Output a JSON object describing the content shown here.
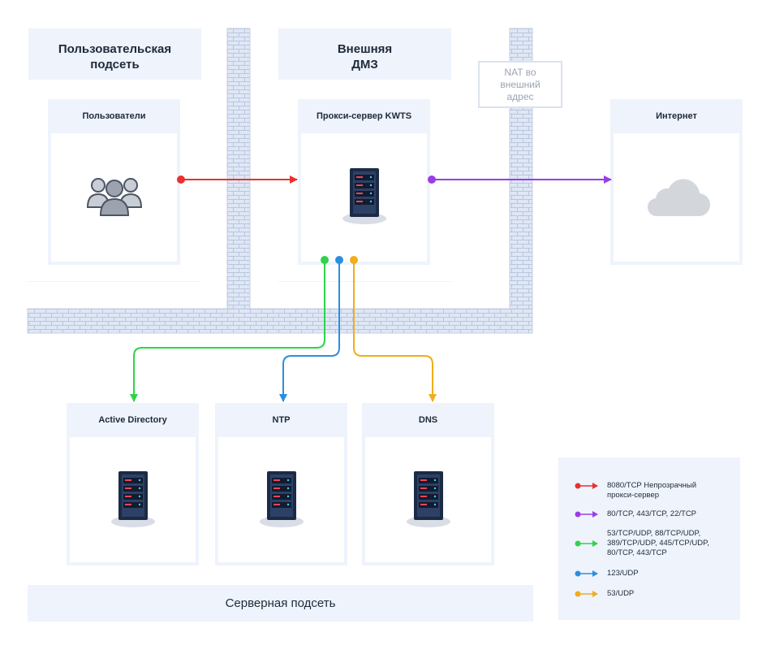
{
  "zones": {
    "user_subnet": {
      "title": "Пользовательская\nподсеть"
    },
    "dmz": {
      "title": "Внешняя\nДМЗ"
    },
    "server_subnet": {
      "title": "Серверная подсеть"
    }
  },
  "nodes": {
    "users": {
      "label": "Пользователи",
      "icon": "users-icon"
    },
    "proxy": {
      "label": "Прокси-сервер KWTS",
      "icon": "server-icon"
    },
    "internet": {
      "label": "Интернет",
      "icon": "cloud-icon"
    },
    "active_directory": {
      "label": "Active Directory",
      "icon": "server-icon"
    },
    "ntp": {
      "label": "NTP",
      "icon": "server-icon"
    },
    "dns": {
      "label": "DNS",
      "icon": "server-icon"
    }
  },
  "nat_label": "NAT во\nвнешний\nадрес",
  "colors": {
    "red": "#e8312f",
    "purple": "#9b3ce8",
    "green": "#2ed34a",
    "blue": "#2a8fe0",
    "orange": "#f0ad1c",
    "zone_bg": "#eef3fc",
    "wall": "#dbe3f2"
  },
  "legend": [
    {
      "color": "#e8312f",
      "label": "8080/TCP Непрозрачный\nпрокси-сервер"
    },
    {
      "color": "#9b3ce8",
      "label": "80/TCP, 443/TCP, 22/TCP"
    },
    {
      "color": "#2ed34a",
      "label": "53/TCP/UDP, 88/TCP/UDP,\n389/TCP/UDP, 445/TCP/UDP,\n80/TCP, 443/TCP"
    },
    {
      "color": "#2a8fe0",
      "label": "123/UDP"
    },
    {
      "color": "#f0ad1c",
      "label": "53/UDP"
    }
  ]
}
